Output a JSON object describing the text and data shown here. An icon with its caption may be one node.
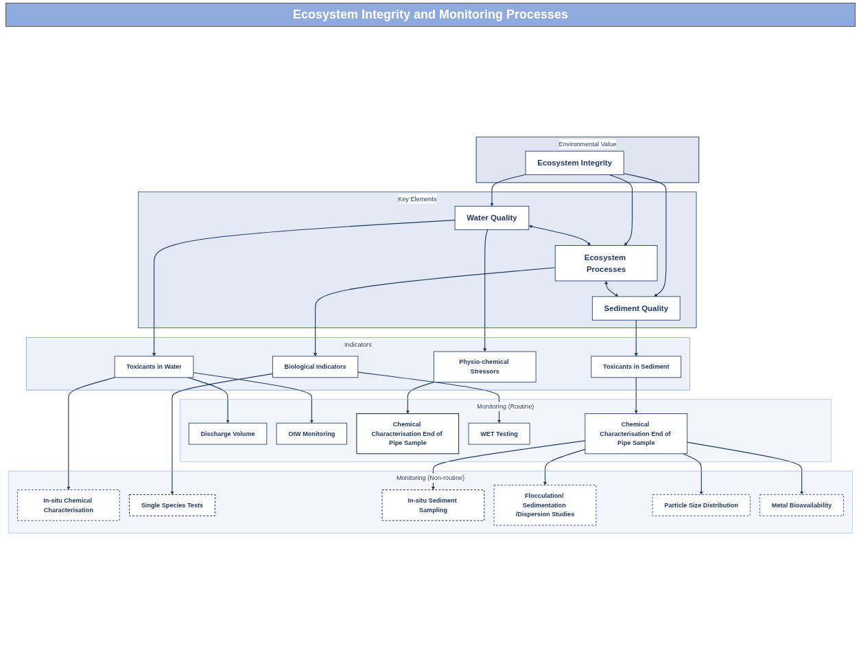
{
  "diagram": {
    "title": "Ecosystem Integrity and Monitoring Processes",
    "nodes": [
      {
        "text": [
          "Environmental Value"
        ]
      },
      {
        "text": [
          "Ecosystem Integrity"
        ],
        "in": 0
      },
      {
        "text": [
          "Key Elements"
        ]
      },
      {
        "text": [
          "Water Quality"
        ],
        "in": 2
      },
      {
        "text": [
          "Ecosystem Processes"
        ],
        "in": 2
      },
      {
        "text": [
          "Sediment Quality"
        ],
        "in": 2
      },
      {
        "text": [
          "Indicators"
        ]
      },
      {
        "text": [
          "Toxicants in Water"
        ],
        "in": 6
      },
      {
        "text": [
          "Physio-chemical Stressors"
        ],
        "in": 6
      },
      {
        "text": [
          "Biological Indicators"
        ],
        "in": 6
      },
      {
        "text": [
          "Toxicants in Sediment"
        ],
        "in": 6
      },
      {
        "text": [
          "Monitoring (Routine)"
        ]
      },
      {
        "text": [
          "Discharge Volume"
        ],
        "in": 11
      },
      {
        "text": [
          "OIW Monitoring"
        ],
        "in": 11
      },
      {
        "text": [
          "Chemical Characterisation End of Pipe Sample"
        ],
        "in": 11
      },
      {
        "text": [
          "WET Testing"
        ],
        "in": 11
      },
      {
        "text": [
          "Chemical Characterisation End of Pipe Sample"
        ],
        "in": 11
      },
      {
        "text": [
          "Monitoring (Non-routine)"
        ]
      },
      {
        "text": [
          "In-situ Chemical Characterisation"
        ],
        "in": 17
      },
      {
        "text": [
          "Single Species Tests"
        ],
        "in": 17
      },
      {
        "text": [
          "In-situ Sediment Sampling"
        ],
        "in": 17
      },
      {
        "text": [
          "Flocculation/ Sedimentation /Dispersion Studies"
        ],
        "in": 17
      },
      {
        "text": [
          "Particle Size Distribution"
        ],
        "in": 17
      },
      {
        "text": [
          "Metal Bioavailability"
        ],
        "in": 17
      }
    ],
    "edges": [
      {
        "from": 1,
        "to": 3,
        "arrow": "to"
      },
      {
        "from": 1,
        "to": 4,
        "arrow": "to"
      },
      {
        "from": 1,
        "to": 5,
        "arrow": "to"
      },
      {
        "from": 3,
        "to": 4,
        "arrow": "both"
      },
      {
        "from": 4,
        "to": 5,
        "arrow": "both"
      },
      {
        "from": 3,
        "to": 7,
        "arrow": "to"
      },
      {
        "from": 3,
        "to": 8,
        "arrow": "to"
      },
      {
        "from": 4,
        "to": 9,
        "arrow": "to"
      },
      {
        "from": 5,
        "to": 10,
        "arrow": "to"
      },
      {
        "from": 7,
        "to": 12,
        "arrow": "to"
      },
      {
        "from": 7,
        "to": 13,
        "arrow": "to"
      },
      {
        "from": 7,
        "to": 18,
        "arrow": "to"
      },
      {
        "from": 8,
        "to": 14,
        "arrow": "to"
      },
      {
        "from": 9,
        "to": 15,
        "arrow": "to"
      },
      {
        "from": 9,
        "to": 19,
        "arrow": "to"
      },
      {
        "from": 10,
        "to": 16,
        "arrow": "to"
      },
      {
        "from": 16,
        "to": 20,
        "arrow": "to"
      },
      {
        "from": 16,
        "to": 21,
        "arrow": "to"
      },
      {
        "from": 16,
        "to": 22,
        "arrow": "to"
      },
      {
        "from": 16,
        "to": 23,
        "arrow": "to"
      }
    ]
  }
}
